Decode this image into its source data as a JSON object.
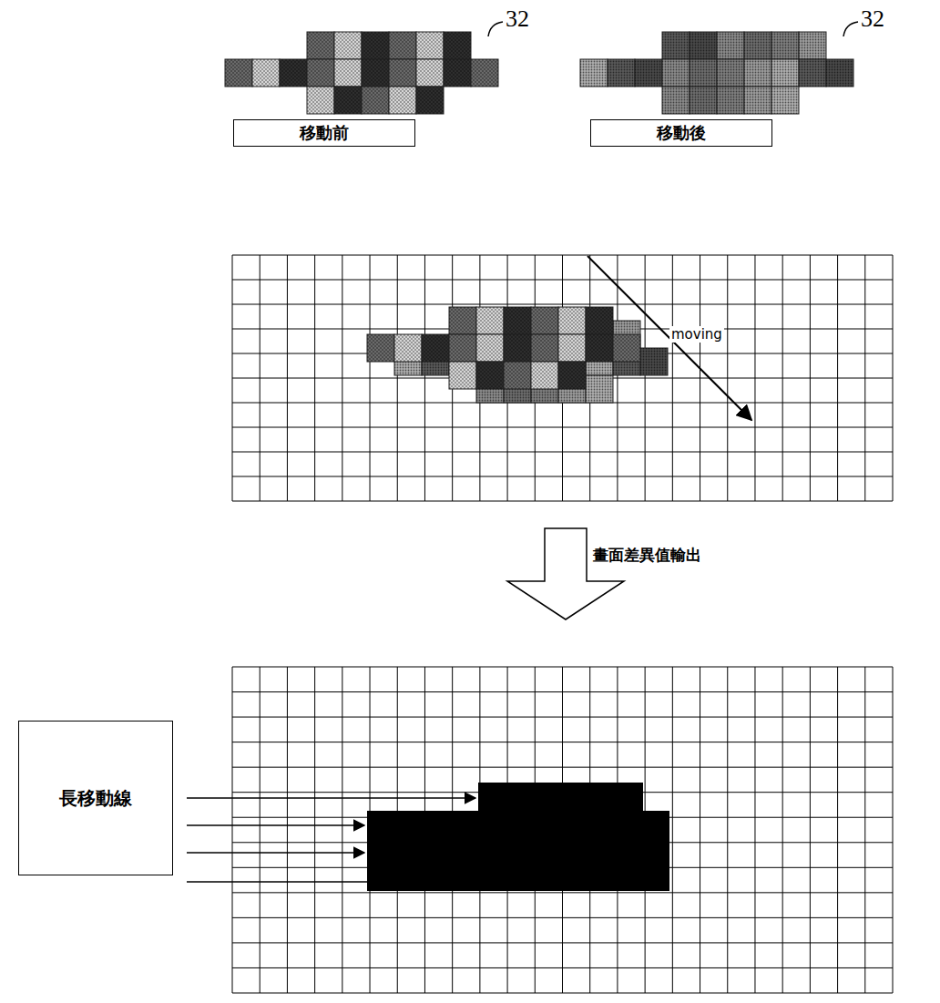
{
  "diagram": {
    "nodes": [
      {
        "text": [
          "移動前"
        ]
      },
      {
        "text": [
          "移動後"
        ]
      },
      {
        "text": [
          "長移動線"
        ]
      }
    ],
    "labels": [
      "32",
      "32",
      "moving",
      "畫面差異值輸出"
    ]
  }
}
